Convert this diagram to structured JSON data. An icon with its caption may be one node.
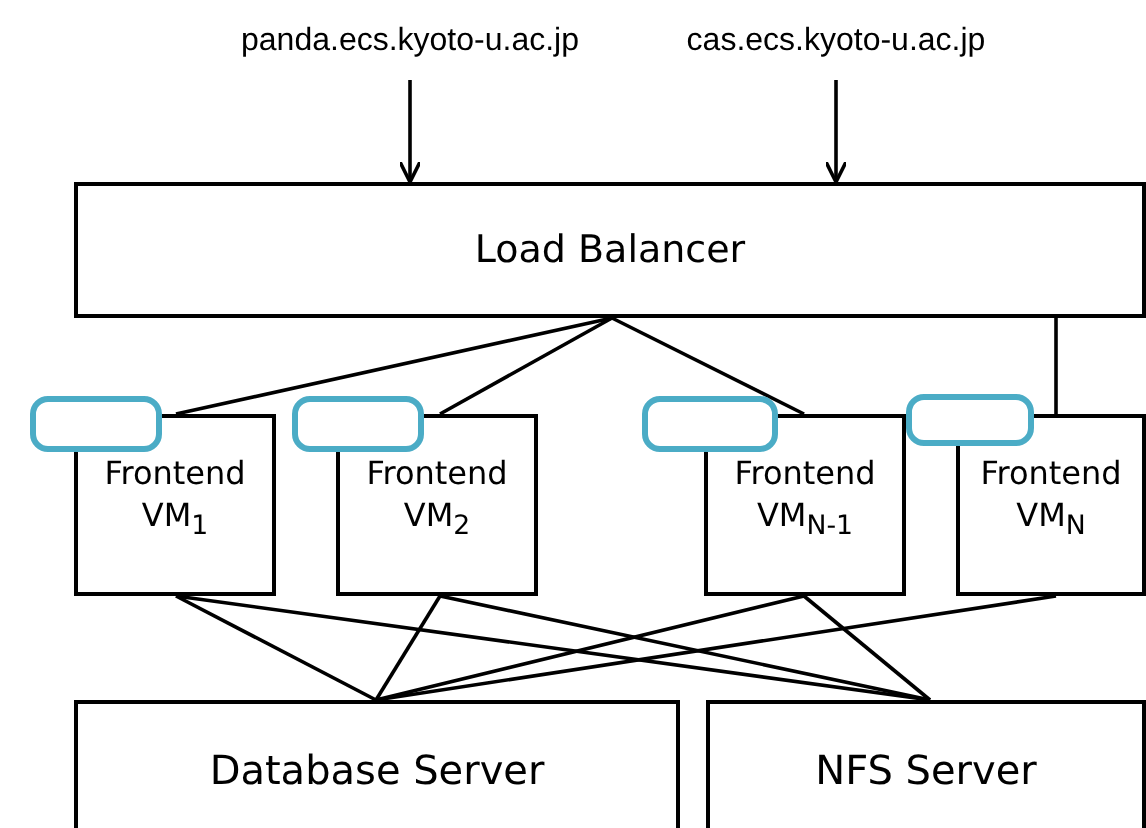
{
  "diagram": {
    "nodes": [
      {
        "text": [
          "panda.ecs.kyoto-u.ac.jp"
        ]
      },
      {
        "text": [
          "cas.ecs.kyoto-u.ac.jp"
        ]
      },
      {
        "text": [
          "Load Balancer"
        ]
      },
      {
        "text": [],
        "shape": "box"
      },
      {
        "text": [
          "Frontend VM$_{1}$"
        ]
      },
      {
        "text": [],
        "shape": "box"
      },
      {
        "text": [
          "Frontend VM$_{2}$"
        ]
      },
      {
        "text": [],
        "shape": "box"
      },
      {
        "text": [
          "Frontend VM$_{N-1}$"
        ]
      },
      {
        "text": [],
        "shape": "box"
      },
      {
        "text": [
          "Frontend VM$_{N}$"
        ]
      },
      {
        "text": [
          "Database Server"
        ]
      },
      {
        "text": [
          "NFS Server"
        ]
      }
    ],
    "edges": [
      {
        "from": 0,
        "to": 2,
        "arrow": "to"
      },
      {
        "from": 1,
        "to": 2,
        "arrow": "to"
      },
      {
        "from": 2,
        "to": 4,
        "arrow": "none"
      },
      {
        "from": 2,
        "to": 6,
        "arrow": "none"
      },
      {
        "from": 2,
        "to": 8,
        "arrow": "none"
      },
      {
        "from": 2,
        "to": 10,
        "arrow": "none"
      },
      {
        "from": 4,
        "to": 11,
        "arrow": "none"
      },
      {
        "from": 4,
        "to": 12,
        "arrow": "none"
      },
      {
        "from": 6,
        "to": 11,
        "arrow": "none"
      },
      {
        "from": 6,
        "to": 12,
        "arrow": "none"
      },
      {
        "from": 8,
        "to": 11,
        "arrow": "none"
      },
      {
        "from": 8,
        "to": 12,
        "arrow": "none"
      },
      {
        "from": 10,
        "to": 11,
        "arrow": "none"
      }
    ]
  }
}
